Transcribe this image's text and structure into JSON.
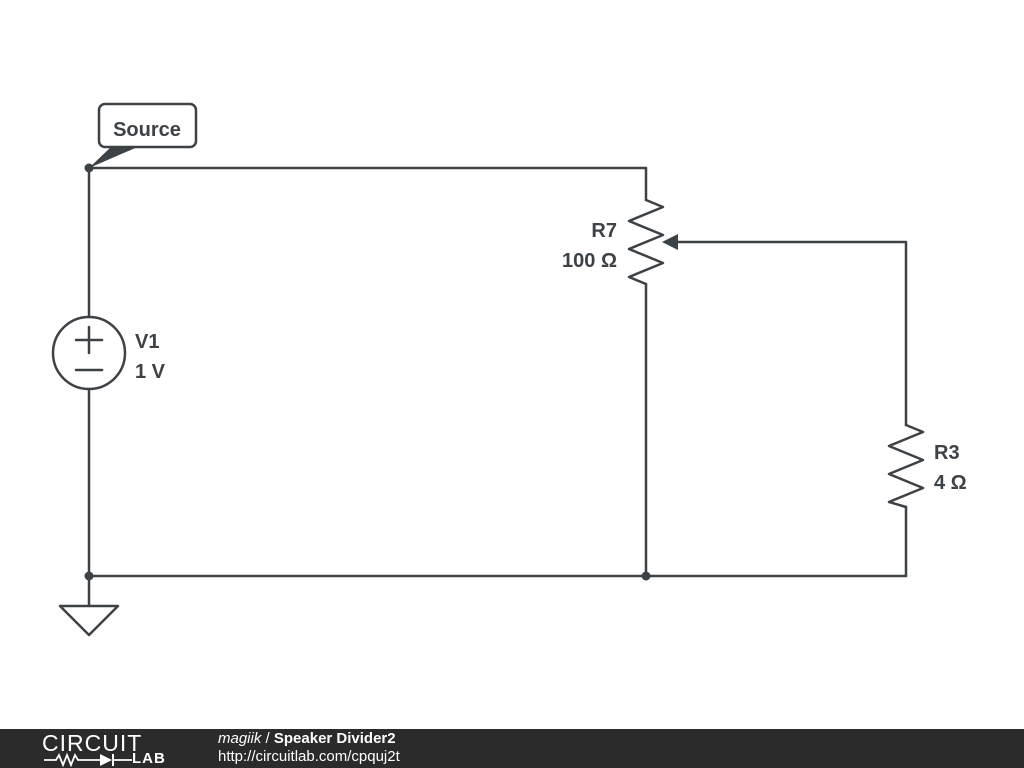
{
  "circuit": {
    "net_label": "Source",
    "components": [
      {
        "id": "V1",
        "value": "1 V",
        "type": "voltage-source"
      },
      {
        "id": "R7",
        "value": "100 Ω",
        "type": "potentiometer"
      },
      {
        "id": "R3",
        "value": "4 Ω",
        "type": "resistor"
      }
    ],
    "source_signs": {
      "plus": "+",
      "minus": "−"
    },
    "colors": {
      "wire": "#3d4247",
      "footer": "#2b2b2b"
    }
  },
  "footer": {
    "logo_top": "CIRCUIT",
    "logo_bottom": "LAB",
    "author": "magiik",
    "separator": " / ",
    "title": "Speaker Divider2",
    "url": "http://circuitlab.com/cpquj2t"
  }
}
